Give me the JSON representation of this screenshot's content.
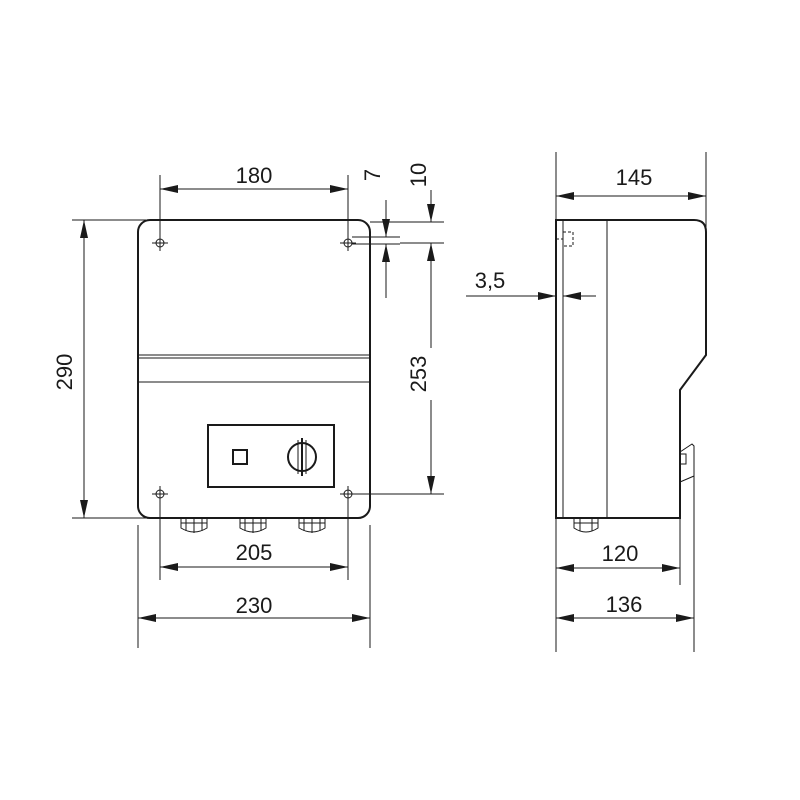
{
  "drawing": {
    "front_view": {
      "dimensions": {
        "mounting_width": "180",
        "top_offset_small": "7",
        "top_offset": "10",
        "total_height": "290",
        "mounting_height": "253",
        "gland_spacing": "205",
        "total_width": "230"
      }
    },
    "side_view": {
      "dimensions": {
        "total_depth": "145",
        "wall_offset": "3,5",
        "body_depth": "120",
        "depth_with_handle": "136"
      }
    }
  }
}
